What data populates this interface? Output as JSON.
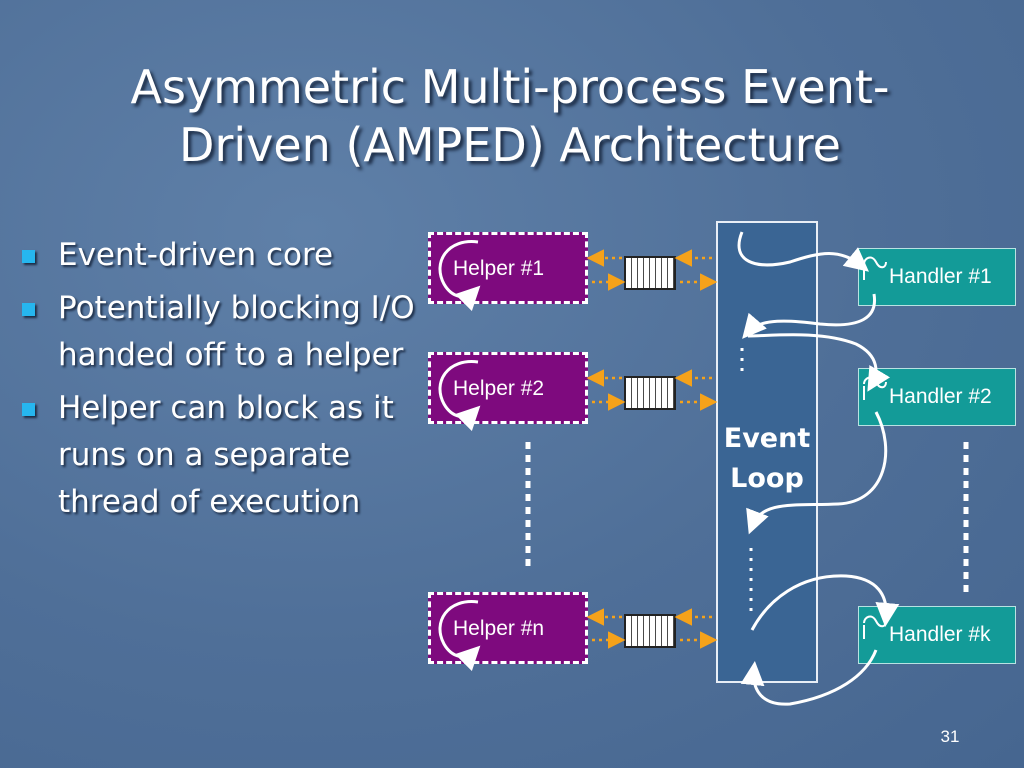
{
  "slide": {
    "title": "Asymmetric Multi-process Event-Driven (AMPED) Architecture",
    "bullets": [
      "Event-driven core",
      "Potentially blocking I/O handed off to a helper",
      "Helper can block as it runs on a separate thread of execution"
    ],
    "page_number": "31"
  },
  "diagram": {
    "helpers": [
      "Helper #1",
      "Helper #2",
      "Helper #n"
    ],
    "handlers": [
      "Handler #1",
      "Handler #2",
      "Handler #k"
    ],
    "event_loop": "Event\nLoop"
  },
  "colors": {
    "background": "#5474a0",
    "helper_fill": "#7e0a7e",
    "handler_fill": "#139b98",
    "event_loop_fill": "#3a6594",
    "arrow_orange": "#f5a21a",
    "bullet": "#26b6ef"
  },
  "icons": {
    "bullet": "square-bullet-icon",
    "queue": "message-queue-icon",
    "handler": "tilde-squiggle-icon"
  }
}
